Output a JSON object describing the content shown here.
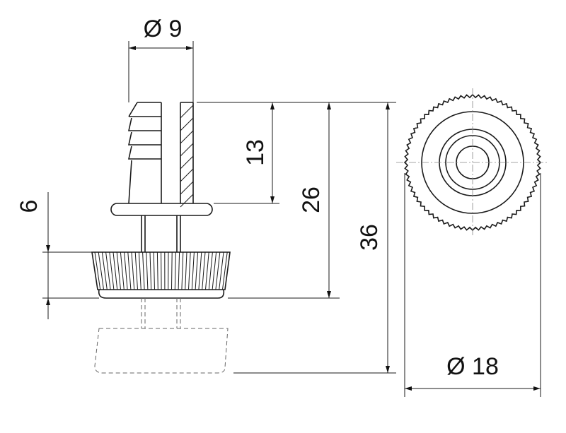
{
  "dimensions": {
    "tube_diameter": "Ø 9",
    "barb_length": "13",
    "knob_to_top": "26",
    "overall_height": "36",
    "knob_height": "6",
    "knob_diameter": "Ø 18"
  }
}
